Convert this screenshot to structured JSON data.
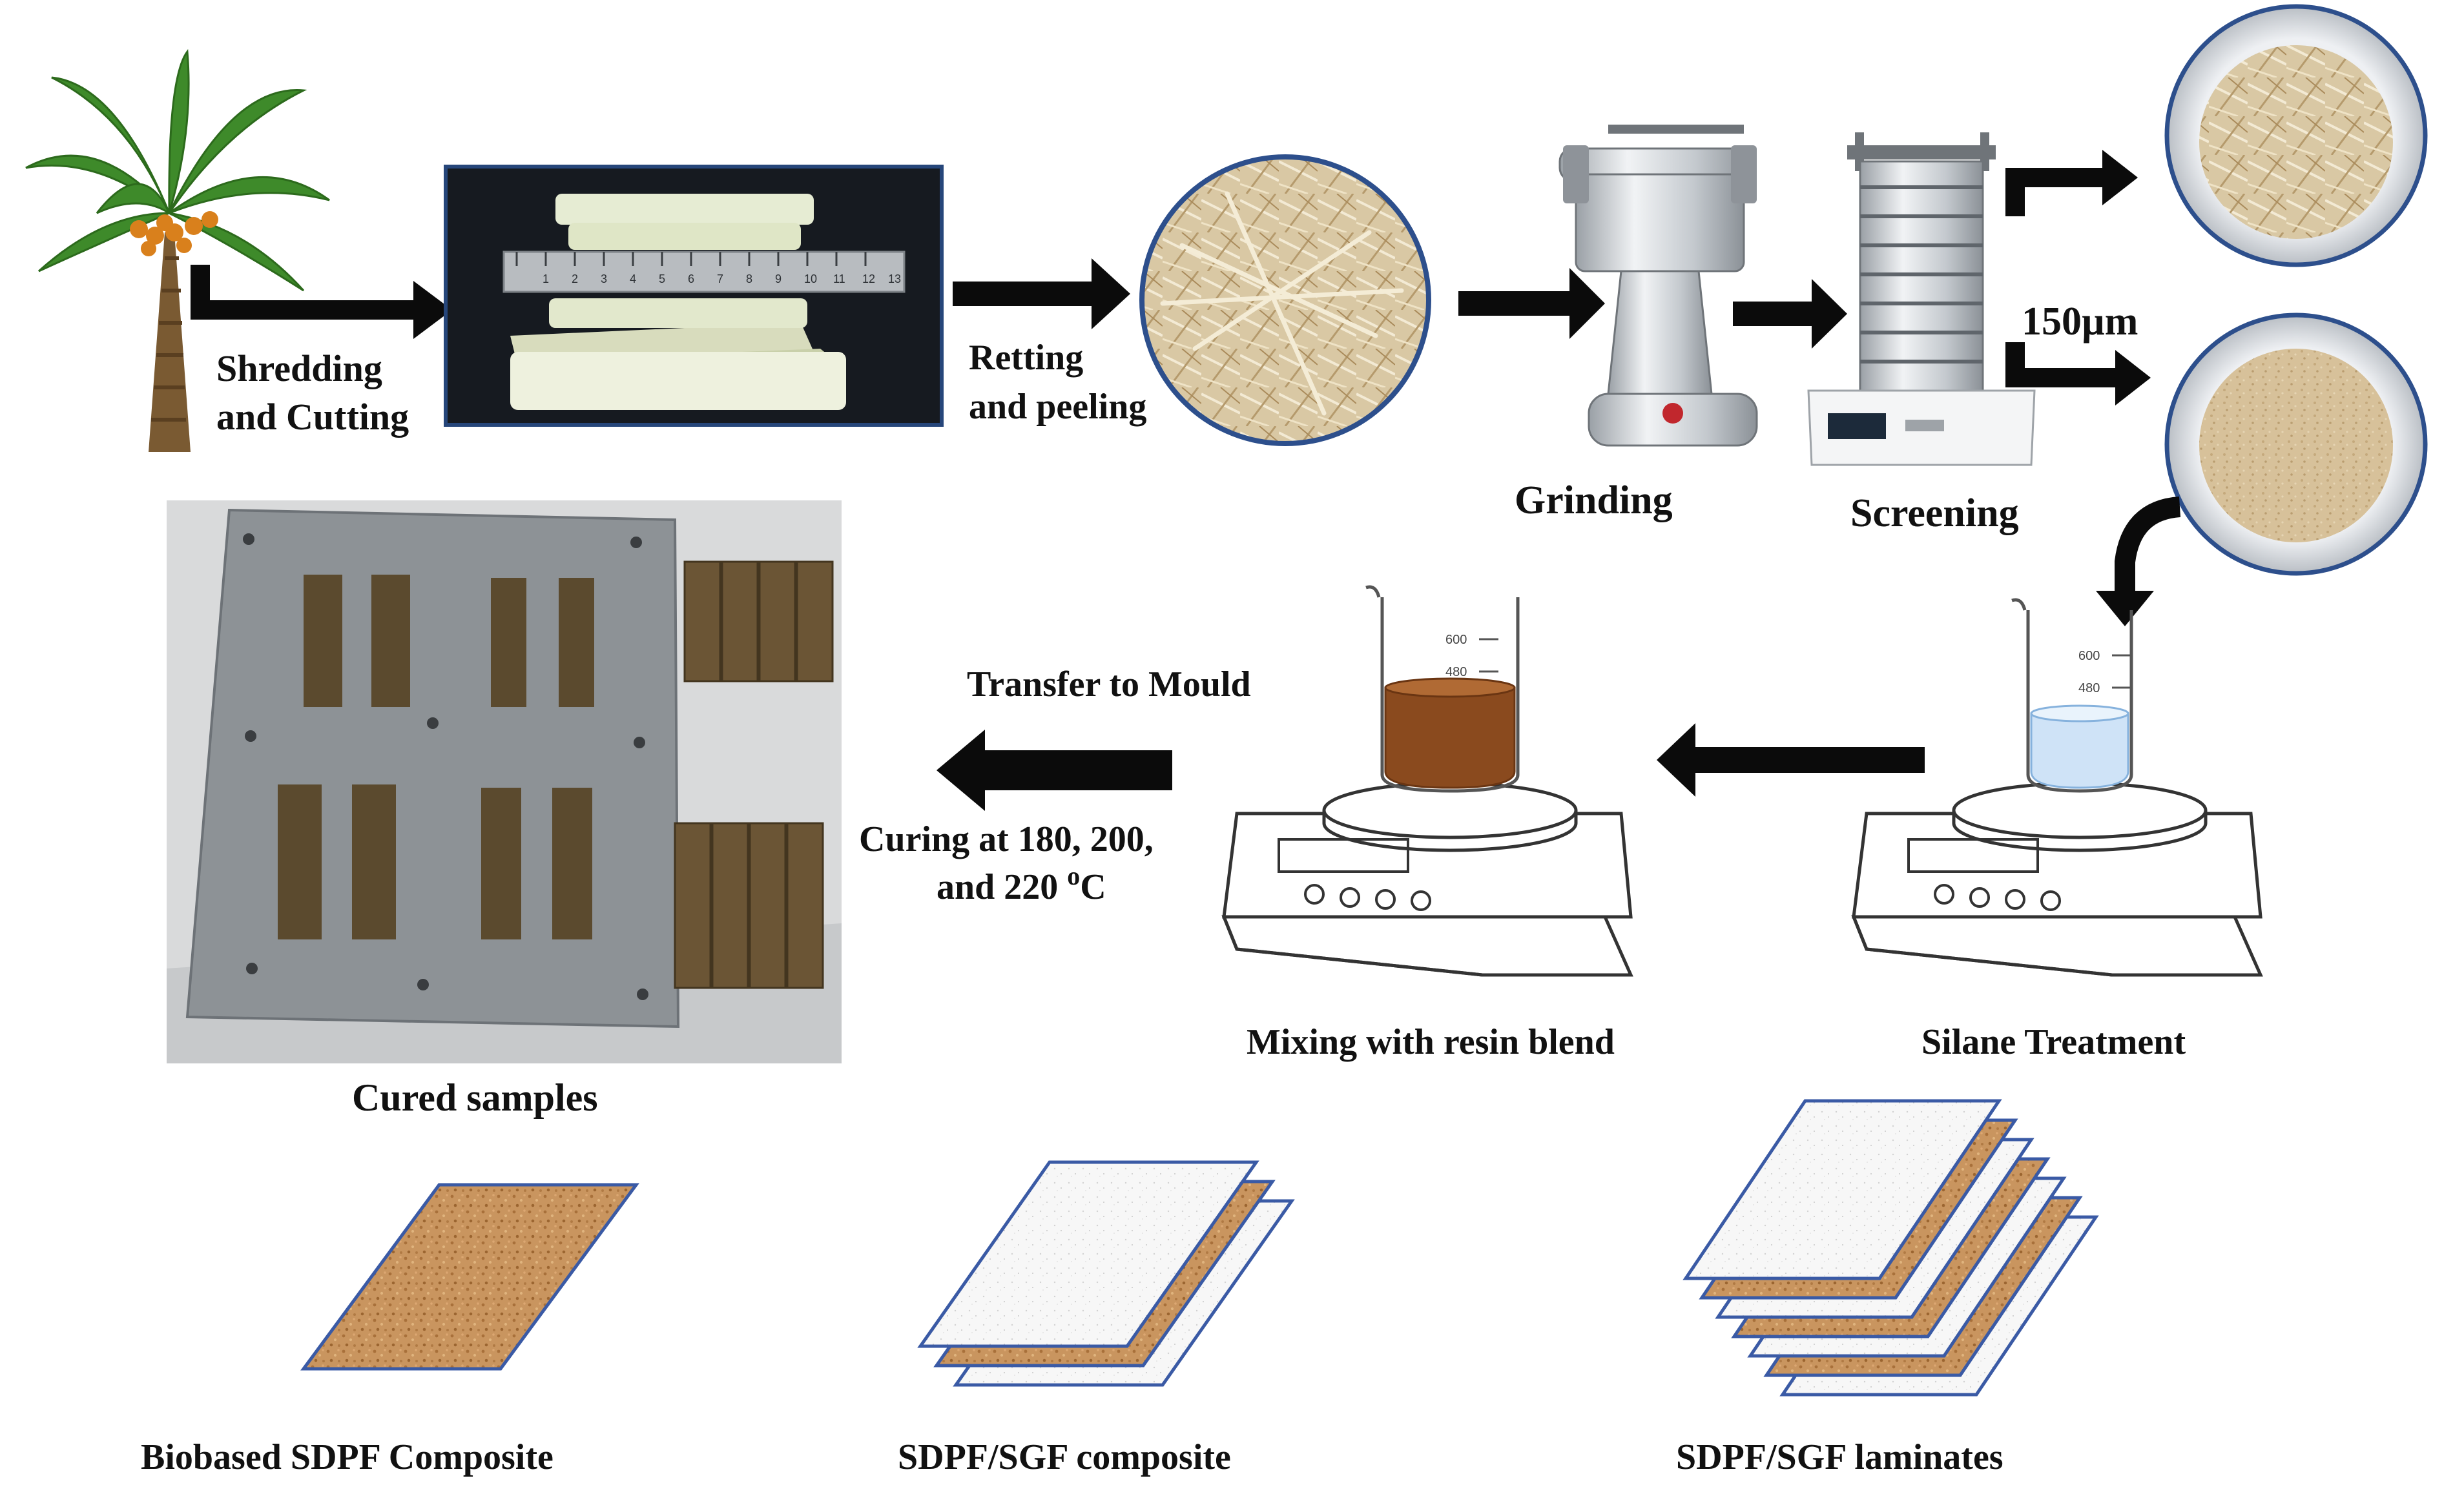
{
  "steps": {
    "shredding_line1": "Shredding",
    "shredding_line2": "and Cutting",
    "retting_line1": "Retting",
    "retting_line2": "and peeling",
    "grinding": "Grinding",
    "screening": "Screening",
    "mesh_size": "150µm",
    "silane": "Silane Treatment",
    "mixing": "Mixing with resin blend",
    "transfer": "Transfer to Mould",
    "curing_line1": "Curing at 180,  200,",
    "curing_line2_pre": "and 220 ",
    "curing_line2_sup": "o",
    "curing_line2_post": "C",
    "cured": "Cured samples"
  },
  "beaker_marks": {
    "upper": "600",
    "lower": "480"
  },
  "ruler_numbers": [
    "1",
    "2",
    "3",
    "4",
    "5",
    "6",
    "7",
    "8",
    "9",
    "10",
    "11",
    "12",
    "13"
  ],
  "products": {
    "biobased": "Biobased  SDPF Composite",
    "composite": "SDPF/SGF composite",
    "laminates": "SDPF/SGF  laminates"
  },
  "colors": {
    "arrow": "#0b0b0b",
    "fiber_mat": "#c9955f",
    "glass_mat": "#f6f6f6",
    "mat_border": "#3a5aa5",
    "frame_border": "#26467a",
    "resin": "#8a4a1e",
    "silane_liquid": "#cfe3f7",
    "mould": "#8d9296"
  }
}
